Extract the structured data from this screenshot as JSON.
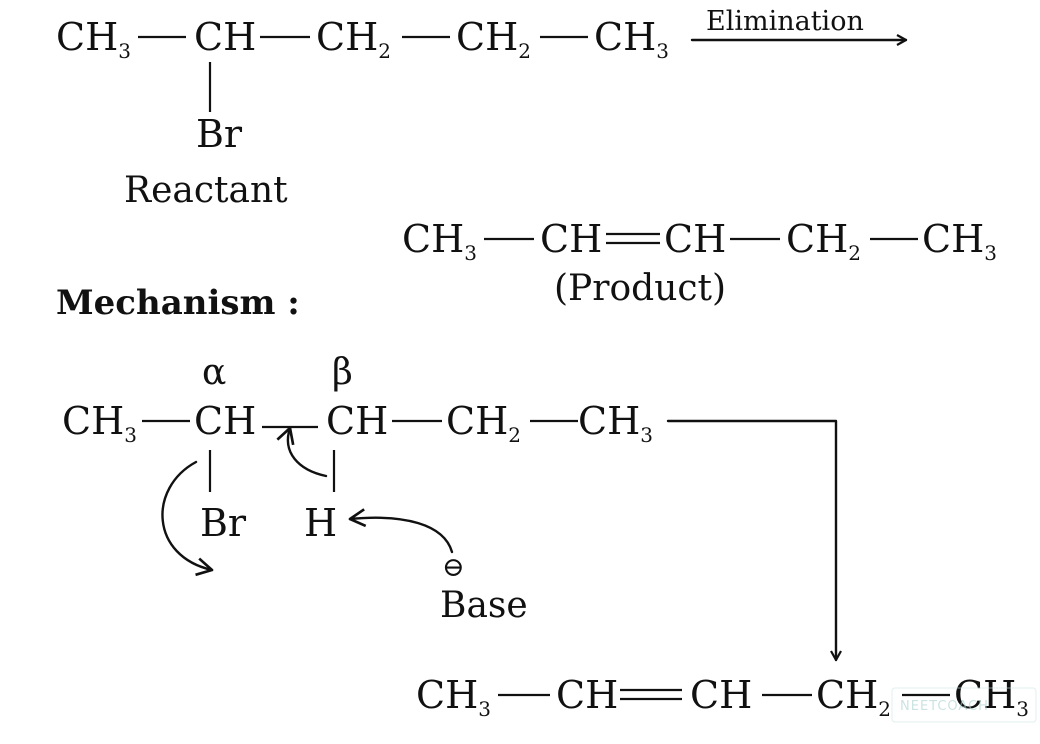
{
  "reactant": {
    "c1": "CH",
    "c1_sub": "3",
    "c2": "CH",
    "c3": "CH",
    "c3_sub": "2",
    "c4": "CH",
    "c4_sub": "2",
    "c5": "CH",
    "c5_sub": "3",
    "substituent": "Br",
    "caption": "Reactant"
  },
  "arrow_label": "Elimination",
  "product": {
    "c1": "CH",
    "c1_sub": "3",
    "c2": "CH",
    "c3": "CH",
    "c4": "CH",
    "c4_sub": "2",
    "c5": "CH",
    "c5_sub": "3",
    "caption": "(Product)"
  },
  "mechanism": {
    "heading": "Mechanism :",
    "alpha": "α",
    "beta": "β",
    "c1": "CH",
    "c1_sub": "3",
    "c2": "CH",
    "c3": "CH",
    "c4": "CH",
    "c4_sub": "2",
    "c5": "CH",
    "c5_sub": "3",
    "leaving_group": "Br",
    "hydrogen": "H",
    "charge": "⊖",
    "base": "Base"
  },
  "final": {
    "c1": "CH",
    "c1_sub": "3",
    "c2": "CH",
    "c3": "CH",
    "c4": "CH",
    "c4_sub": "2",
    "c5": "CH",
    "c5_sub": "3"
  },
  "watermark": "NEETCOACH"
}
